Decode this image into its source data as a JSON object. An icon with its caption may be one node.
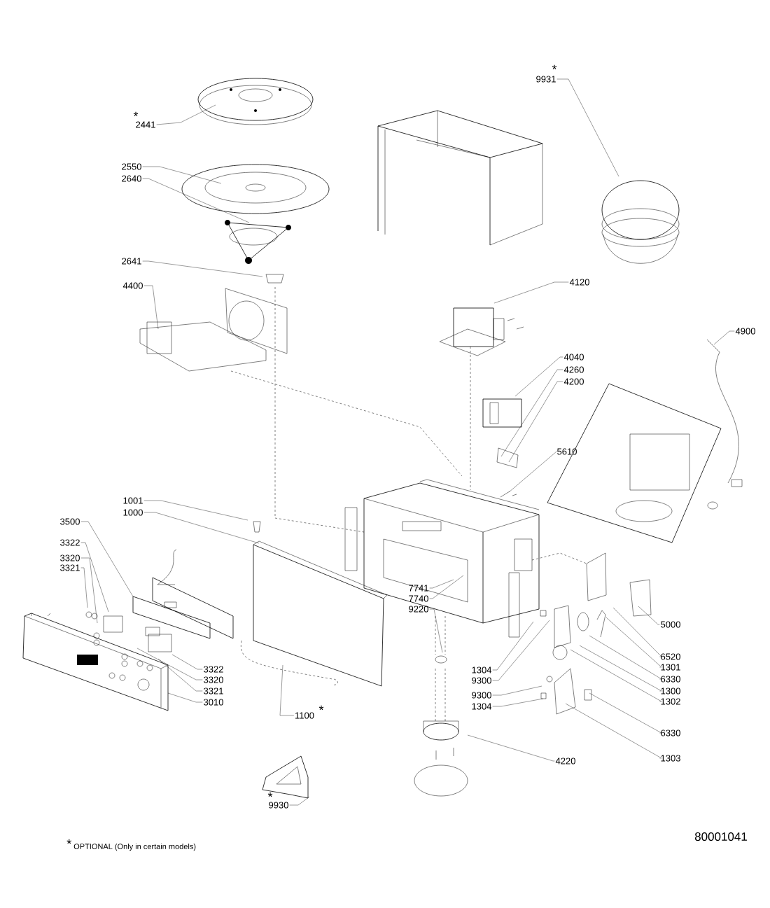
{
  "diagram": {
    "nodes": [
      {
        "text": [
          "2441"
        ],
        "beside": [
          "*"
        ]
      },
      {
        "text": [
          "2550"
        ]
      },
      {
        "text": [
          "2640"
        ]
      },
      {
        "text": [
          "2641"
        ]
      },
      {
        "text": [
          "4400"
        ]
      },
      {
        "text": [
          "9931"
        ],
        "beside": [
          "*"
        ]
      },
      {
        "text": [
          "4120"
        ]
      },
      {
        "text": [
          "4900"
        ]
      },
      {
        "text": [
          "4040"
        ]
      },
      {
        "text": [
          "4260"
        ]
      },
      {
        "text": [
          "4200"
        ]
      },
      {
        "text": [
          "5610"
        ]
      },
      {
        "text": [
          "1001"
        ]
      },
      {
        "text": [
          "1000"
        ]
      },
      {
        "text": [
          "3500"
        ]
      },
      {
        "text": [
          "3322"
        ]
      },
      {
        "text": [
          "3320"
        ]
      },
      {
        "text": [
          "3321"
        ]
      },
      {
        "text": [
          "3322"
        ]
      },
      {
        "text": [
          "3320"
        ]
      },
      {
        "text": [
          "3321"
        ]
      },
      {
        "text": [
          "3010"
        ]
      },
      {
        "text": [
          "1100"
        ],
        "beside": [
          "*"
        ]
      },
      {
        "text": [
          "7741"
        ]
      },
      {
        "text": [
          "7740"
        ]
      },
      {
        "text": [
          "9220"
        ]
      },
      {
        "text": [
          "1304"
        ]
      },
      {
        "text": [
          "9300"
        ]
      },
      {
        "text": [
          "9300"
        ]
      },
      {
        "text": [
          "1304"
        ]
      },
      {
        "text": [
          "5000"
        ]
      },
      {
        "text": [
          "6520"
        ]
      },
      {
        "text": [
          "1301"
        ]
      },
      {
        "text": [
          "6330"
        ]
      },
      {
        "text": [
          "1300"
        ]
      },
      {
        "text": [
          "1302"
        ]
      },
      {
        "text": [
          "6330"
        ]
      },
      {
        "text": [
          "1303"
        ]
      },
      {
        "text": [
          "4220"
        ]
      },
      {
        "text": [
          "9930"
        ],
        "beside": [
          "*"
        ]
      }
    ],
    "edges": [
      {
        "from": 0,
        "to": null,
        "arrow": "none"
      },
      {
        "from": 1,
        "to": null,
        "arrow": "none"
      },
      {
        "from": 2,
        "to": null,
        "arrow": "none"
      },
      {
        "from": 3,
        "to": null,
        "arrow": "none"
      },
      {
        "from": 4,
        "to": null,
        "arrow": "none"
      },
      {
        "from": 5,
        "to": null,
        "arrow": "none"
      },
      {
        "from": 6,
        "to": null,
        "arrow": "none"
      },
      {
        "from": 7,
        "to": null,
        "arrow": "none"
      },
      {
        "from": 8,
        "to": null,
        "arrow": "none"
      },
      {
        "from": 9,
        "to": null,
        "arrow": "none"
      },
      {
        "from": 10,
        "to": null,
        "arrow": "none"
      },
      {
        "from": 11,
        "to": null,
        "arrow": "none"
      },
      {
        "from": 12,
        "to": null,
        "arrow": "none"
      },
      {
        "from": 13,
        "to": null,
        "arrow": "none"
      },
      {
        "from": 14,
        "to": null,
        "arrow": "none"
      },
      {
        "from": 15,
        "to": null,
        "arrow": "none"
      },
      {
        "from": 16,
        "to": null,
        "arrow": "none"
      },
      {
        "from": 17,
        "to": null,
        "arrow": "none"
      },
      {
        "from": 18,
        "to": null,
        "arrow": "none"
      },
      {
        "from": 19,
        "to": null,
        "arrow": "none"
      },
      {
        "from": 20,
        "to": null,
        "arrow": "none"
      },
      {
        "from": 21,
        "to": null,
        "arrow": "none"
      },
      {
        "from": 22,
        "to": null,
        "arrow": "none"
      },
      {
        "from": 23,
        "to": null,
        "arrow": "none"
      },
      {
        "from": 24,
        "to": null,
        "arrow": "none"
      },
      {
        "from": 25,
        "to": null,
        "arrow": "none"
      },
      {
        "from": 26,
        "to": null,
        "arrow": "none"
      },
      {
        "from": 27,
        "to": null,
        "arrow": "none"
      },
      {
        "from": 28,
        "to": null,
        "arrow": "none"
      },
      {
        "from": 29,
        "to": null,
        "arrow": "none"
      },
      {
        "from": 30,
        "to": null,
        "arrow": "none"
      },
      {
        "from": 31,
        "to": null,
        "arrow": "none"
      },
      {
        "from": 32,
        "to": null,
        "arrow": "none"
      },
      {
        "from": 33,
        "to": null,
        "arrow": "none"
      },
      {
        "from": 34,
        "to": null,
        "arrow": "none"
      },
      {
        "from": 35,
        "to": null,
        "arrow": "none"
      },
      {
        "from": 36,
        "to": null,
        "arrow": "none"
      },
      {
        "from": 37,
        "to": null,
        "arrow": "none"
      },
      {
        "from": 38,
        "to": null,
        "arrow": "none"
      },
      {
        "from": 39,
        "to": null,
        "arrow": "none"
      }
    ],
    "labels": [
      "*",
      "OPTIONAL (Only in certain models)",
      "80001041"
    ]
  }
}
